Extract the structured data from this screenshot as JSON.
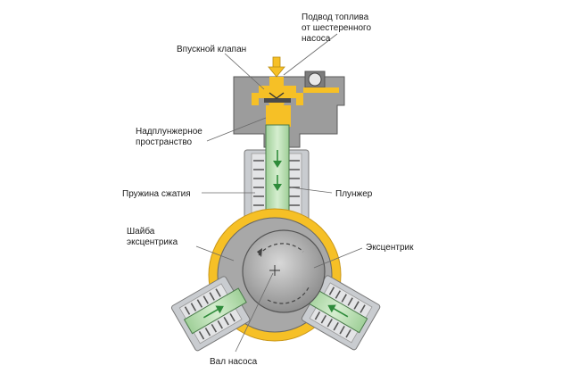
{
  "labels": {
    "fuel_supply": [
      "Подвод топлива",
      "от шестеренного",
      "насоса"
    ],
    "intake_valve": "Впускной клапан",
    "above_plunger_space": [
      "Надплунжерное",
      "пространство"
    ],
    "compression_spring": "Пружина сжатия",
    "plunger": "Плунжер",
    "eccentric_washer": [
      "Шайба",
      "эксцентрика"
    ],
    "eccentric": "Эксцентрик",
    "pump_shaft": "Вал насоса"
  },
  "colors": {
    "fuel": "#f6c026",
    "plunger": "#b5ddb0",
    "metal": "#9c9c9c",
    "arrow": "#2e8b3a"
  }
}
